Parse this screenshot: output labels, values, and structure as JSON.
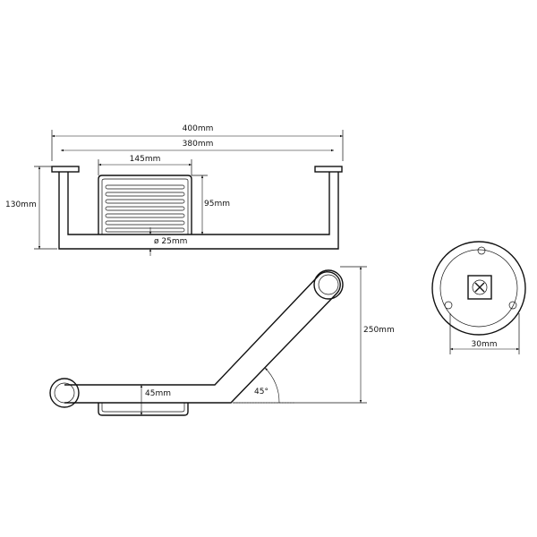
{
  "diagram": {
    "front_view": {
      "overall_width": "400mm",
      "fixing_centers": "380mm",
      "basket_width": "145mm",
      "height": "130mm",
      "basket_height": "95mm",
      "tube_diameter": "ø 25mm"
    },
    "top_view": {
      "projection": "250mm",
      "basket_depth": "45mm",
      "angle": "45°"
    },
    "flange_view": {
      "flange_dimension": "30mm"
    }
  }
}
